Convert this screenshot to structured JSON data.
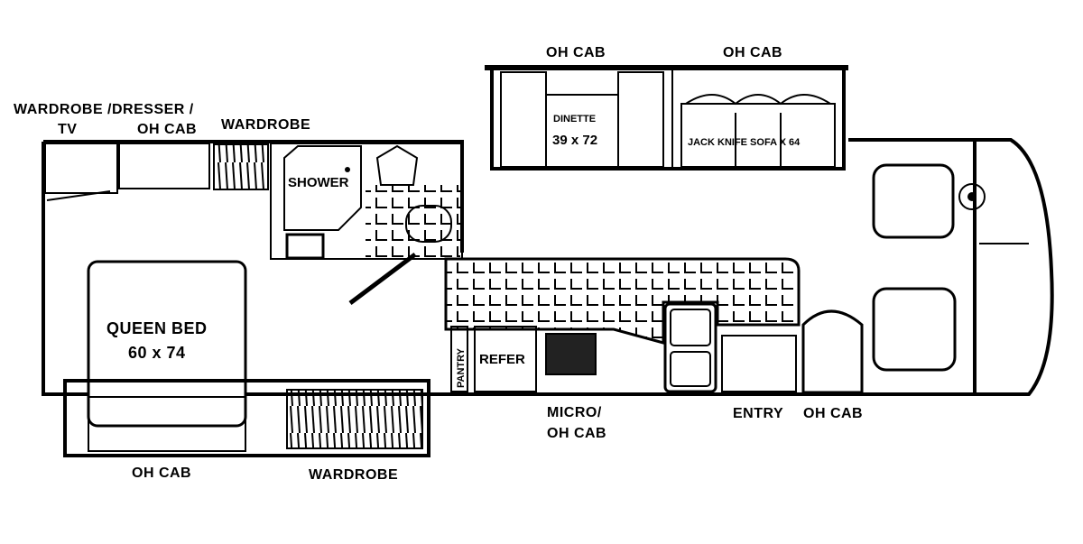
{
  "colors": {
    "line": "#000000",
    "background": "#ffffff"
  },
  "labels": {
    "wardrobe_dresser": "WARDROBE /DRESSER /",
    "tv": "TV",
    "oh_cab_bedroom_top": "OH  CAB",
    "wardrobe_top": "WARDROBE",
    "shower": "SHOWER",
    "oh_cab_dinette": "OH  CAB",
    "oh_cab_sofa": "OH  CAB",
    "dinette": "DINETTE",
    "dinette_size": "39  x  72",
    "sofa": "JACK KNIFE SOFA X 64",
    "queen_bed": "QUEEN  BED",
    "bed_size": "60  x  74",
    "pantry": "PANTRY",
    "refer": "REFER",
    "micro": "MICRO/",
    "micro_oh_cab": "OH  CAB",
    "entry": "ENTRY",
    "entry_oh_cab": "OH  CAB",
    "oh_cab_bottom": "OH  CAB",
    "wardrobe_bottom": "WARDROBE"
  }
}
